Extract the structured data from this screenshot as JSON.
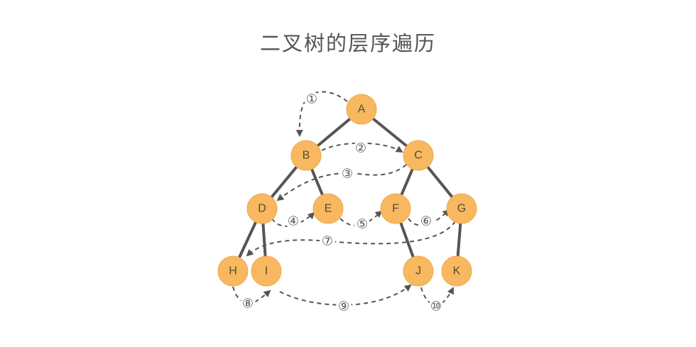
{
  "title": "二叉树的层序遍历",
  "colors": {
    "node_fill": "#F7B860",
    "node_stroke": "#F0A84A",
    "edge": "#555555",
    "arrow": "#555555"
  },
  "nodes": [
    {
      "id": "A",
      "label": "A"
    },
    {
      "id": "B",
      "label": "B"
    },
    {
      "id": "C",
      "label": "C"
    },
    {
      "id": "D",
      "label": "D"
    },
    {
      "id": "E",
      "label": "E"
    },
    {
      "id": "F",
      "label": "F"
    },
    {
      "id": "G",
      "label": "G"
    },
    {
      "id": "H",
      "label": "H"
    },
    {
      "id": "I",
      "label": "I"
    },
    {
      "id": "J",
      "label": "J"
    },
    {
      "id": "K",
      "label": "K"
    }
  ],
  "edges": [
    [
      "A",
      "B"
    ],
    [
      "A",
      "C"
    ],
    [
      "B",
      "D"
    ],
    [
      "B",
      "E"
    ],
    [
      "C",
      "F"
    ],
    [
      "C",
      "G"
    ],
    [
      "D",
      "H"
    ],
    [
      "D",
      "I"
    ],
    [
      "F",
      "J"
    ],
    [
      "G",
      "K"
    ]
  ],
  "traversal_steps": [
    {
      "label": "①",
      "from": "A",
      "to": "B"
    },
    {
      "label": "②",
      "from": "B",
      "to": "C"
    },
    {
      "label": "③",
      "from": "C",
      "to": "D"
    },
    {
      "label": "④",
      "from": "D",
      "to": "E"
    },
    {
      "label": "⑤",
      "from": "E",
      "to": "F"
    },
    {
      "label": "⑥",
      "from": "F",
      "to": "G"
    },
    {
      "label": "⑦",
      "from": "G",
      "to": "H"
    },
    {
      "label": "⑧",
      "from": "H",
      "to": "I"
    },
    {
      "label": "⑨",
      "from": "I",
      "to": "J"
    },
    {
      "label": "⑩",
      "from": "J",
      "to": "K"
    }
  ]
}
